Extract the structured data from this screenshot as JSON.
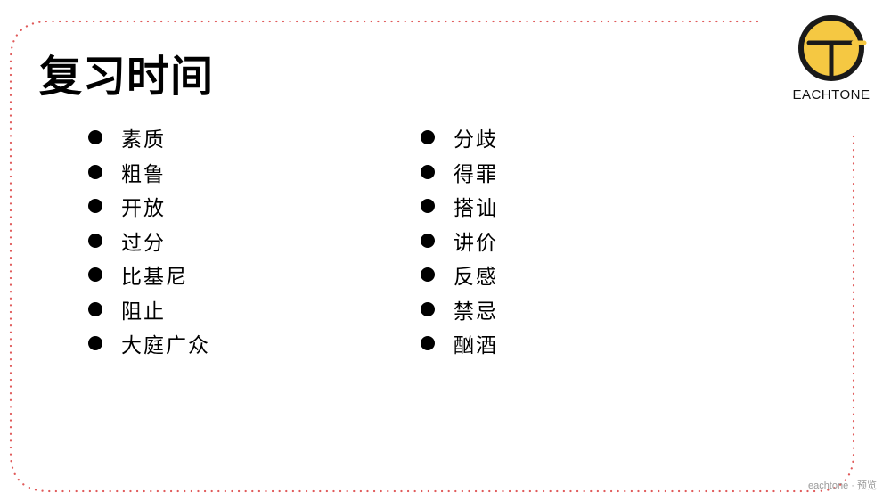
{
  "slide": {
    "title": "复习时间",
    "left_items": [
      "素质",
      "粗鲁",
      "开放",
      "过分",
      "比基尼",
      "阻止",
      "大庭广众"
    ],
    "right_items": [
      "分歧",
      "得罪",
      "搭讪",
      "讲价",
      "反感",
      "禁忌",
      "酗酒"
    ]
  },
  "logo": {
    "text": "EACHTONE",
    "circle_color": "#f5c842",
    "ring_color": "#1a1a1a"
  },
  "frame": {
    "border_color": "#e05a5a",
    "style": "dotted"
  },
  "watermark": {
    "text": "eachtone · 预览"
  }
}
